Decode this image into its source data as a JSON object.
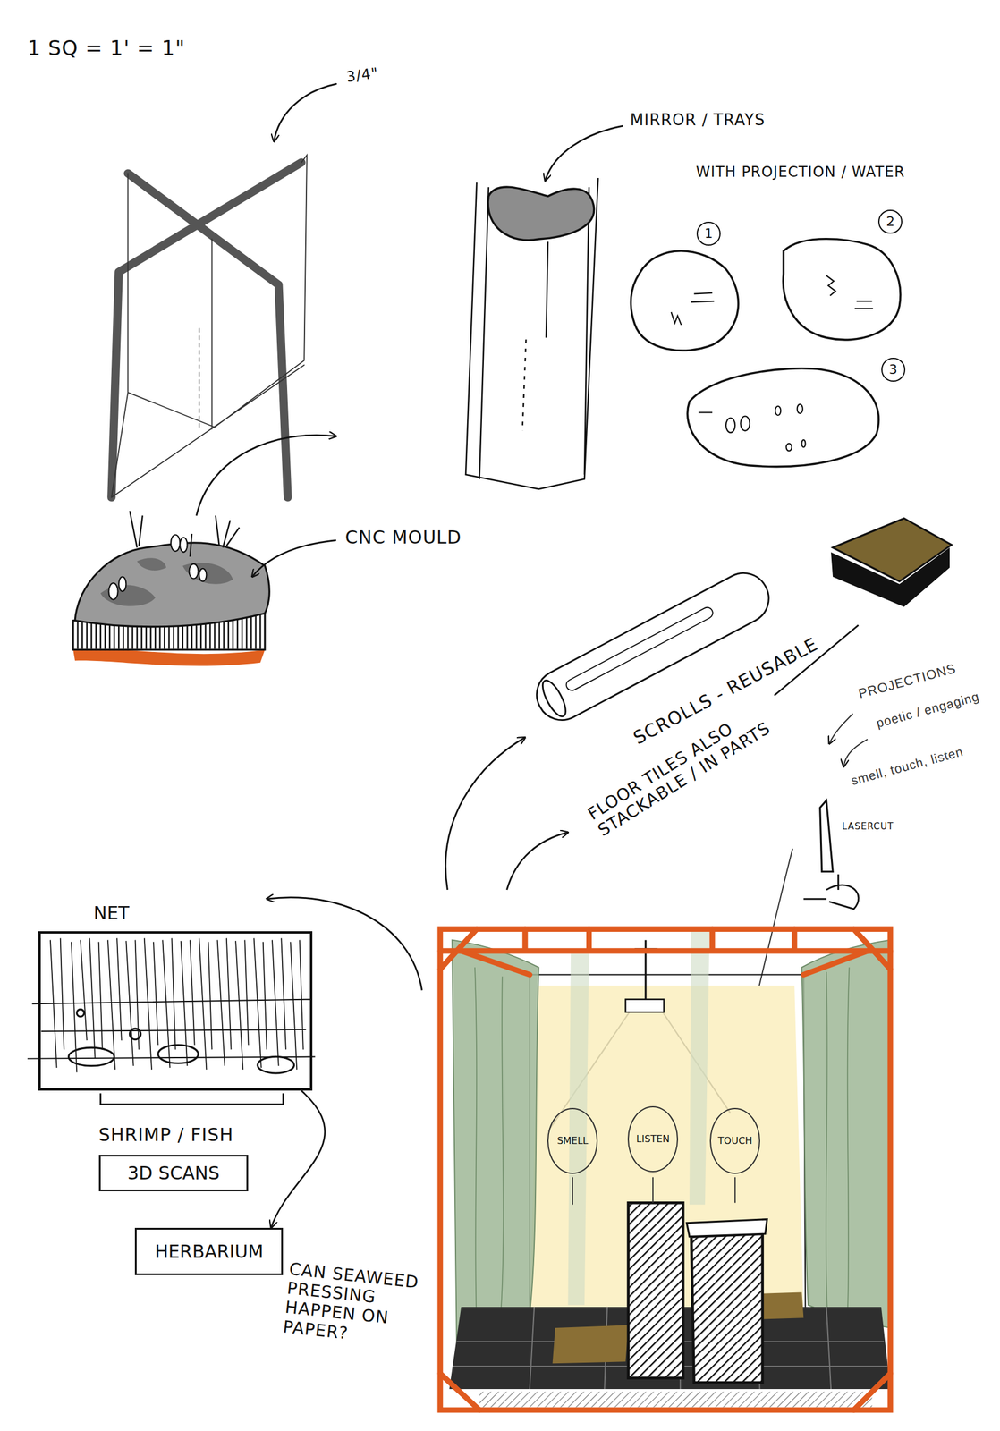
{
  "diagram": {
    "nodes": [
      {
        "text": [
          "1"
        ]
      },
      {
        "text": [
          "2"
        ]
      },
      {
        "text": [
          "3"
        ]
      },
      {
        "text": [
          "NET"
        ]
      },
      {
        "text": [
          "SMELL"
        ]
      },
      {
        "text": [
          "LISTEN"
        ]
      },
      {
        "text": [
          "TOUCH"
        ]
      },
      {
        "text": [
          "3D SCANS"
        ]
      },
      {
        "text": [
          "HERBARIUM"
        ]
      }
    ],
    "edges": [
      {
        "from": 3,
        "to": 8,
        "arrow": "to"
      }
    ],
    "labels": [
      "1 SQ = 1' = 1\"",
      "3/4\"",
      "MIRROR / TRAYS",
      "WITH PROJECTION / WATER",
      "CNC MOULD",
      "SCROLLS - REUSABLE",
      "FLOOR TILES ALSO STACKABLE / IN PARTS",
      "PROJECTIONS",
      "poetic / engaging",
      "smell, touch, listen",
      "LASERCUT",
      "SHRIMP / FISH",
      "CAN SEAWEED PRESSING HAPPEN ON PAPER?"
    ]
  }
}
